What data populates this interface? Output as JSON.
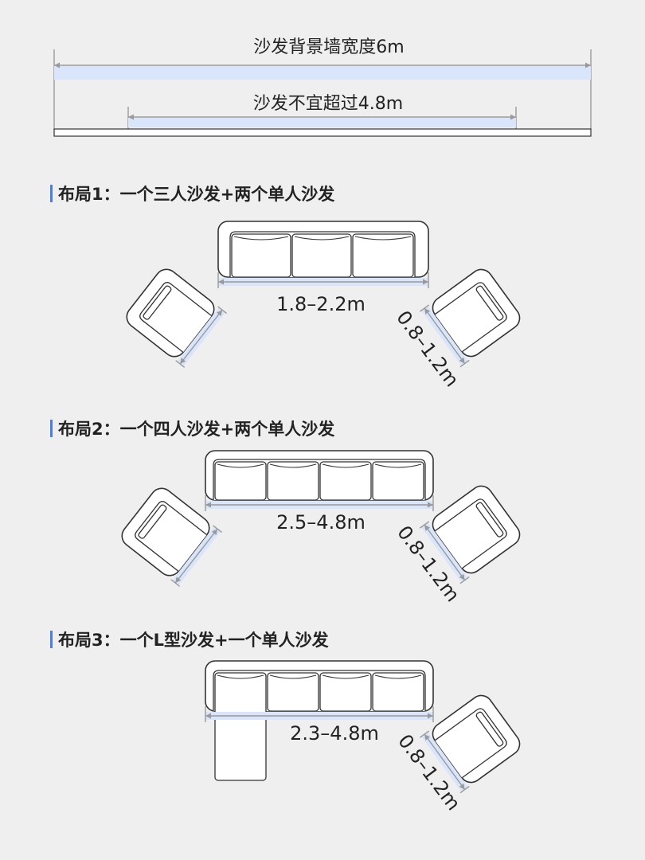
{
  "top": {
    "wall_width_label": "沙发背景墙宽度6m",
    "sofa_max_label": "沙发不宜超过4.8m"
  },
  "layouts": [
    {
      "title": "布局1：一个三人沙发+两个单人沙发",
      "sofa_label": "1.8–2.2m",
      "chair_label": "0.8–1.2m"
    },
    {
      "title": "布局2：一个四人沙发+两个单人沙发",
      "sofa_label": "2.5–4.8m",
      "chair_label": "0.8–1.2m"
    },
    {
      "title": "布局3：一个L型沙发+一个单人沙发",
      "sofa_label": "2.3–4.8m",
      "chair_label": "0.8–1.2m"
    }
  ],
  "colors": {
    "background": "#efefef",
    "accent": "#4a7cf0",
    "dimension_band": "#d8e5fb",
    "dimension_line": "#9a9a9a",
    "outline": "#333333",
    "text": "#222222"
  }
}
